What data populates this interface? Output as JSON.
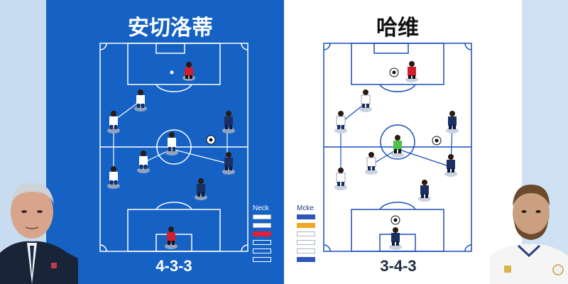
{
  "left": {
    "title": "安切洛蒂",
    "formation": "4-3-3",
    "legend_title": "Neck",
    "legend_swatches": [
      "#ffffff",
      "#ffffff",
      "#e0203a",
      "outline",
      "outline",
      "outline"
    ]
  },
  "right": {
    "title": "哈维",
    "formation": "3-4-3",
    "legend_title": "Mcke",
    "legend_swatches": [
      "#2f55b8",
      "#f2a623",
      "#ffffff",
      "#ffffff",
      "#ffffff",
      "#2f55b8"
    ]
  },
  "colors": {
    "left_panel": "#1561c4",
    "right_panel": "#ffffff",
    "kit_white": "#ffffff",
    "kit_navy": "#1b2f63",
    "keeper_red": "#d0202e",
    "keeper_green": "#4dc24b"
  }
}
